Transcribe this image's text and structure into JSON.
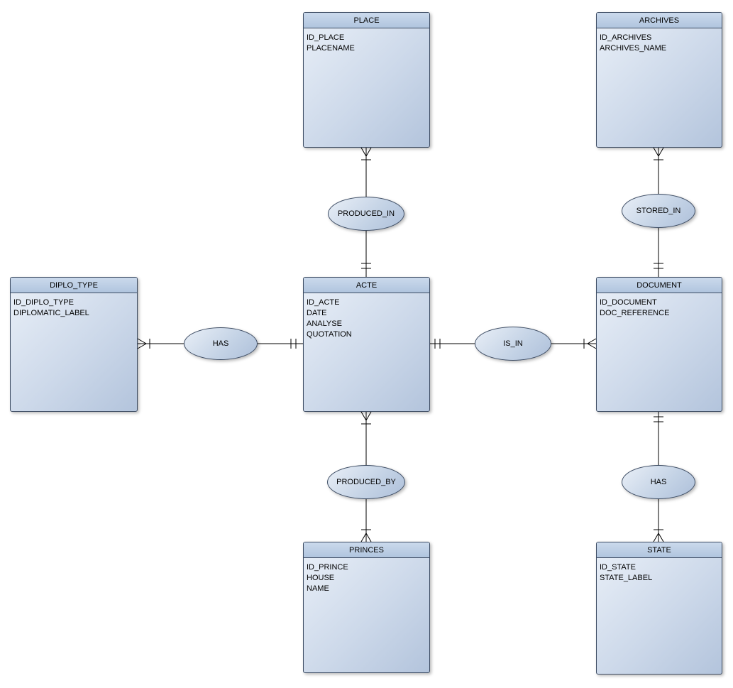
{
  "diagram": {
    "type": "entity-relationship-diagram",
    "colors": {
      "background": "#ffffff",
      "node_fill_light": "#eaf0f8",
      "node_fill_dark": "#b3c4dc",
      "header_fill": "#b9cce3",
      "border": "#3d4c63",
      "line": "#000000"
    },
    "entities": [
      {
        "name": "PLACE",
        "attributes": [
          "ID_PLACE",
          "PLACENAME"
        ]
      },
      {
        "name": "ARCHIVES",
        "attributes": [
          "ID_ARCHIVES",
          "ARCHIVES_NAME"
        ]
      },
      {
        "name": "DIPLO_TYPE",
        "attributes": [
          "ID_DIPLO_TYPE",
          "DIPLOMATIC_LABEL"
        ]
      },
      {
        "name": "ACTE",
        "attributes": [
          "ID_ACTE",
          "DATE",
          "ANALYSE",
          "QUOTATION"
        ]
      },
      {
        "name": "DOCUMENT",
        "attributes": [
          "ID_DOCUMENT",
          "DOC_REFERENCE"
        ]
      },
      {
        "name": "PRINCES",
        "attributes": [
          "ID_PRINCE",
          "HOUSE",
          "NAME"
        ]
      },
      {
        "name": "STATE",
        "attributes": [
          "ID_STATE",
          "STATE_LABEL"
        ]
      }
    ],
    "relationships": [
      {
        "label": "PRODUCED_IN",
        "from": "PLACE",
        "to": "ACTE",
        "from_cardinality": "many (crowfoot + tick)",
        "to_cardinality": "one (double tick)"
      },
      {
        "label": "STORED_IN",
        "from": "ARCHIVES",
        "to": "DOCUMENT",
        "from_cardinality": "many (crowfoot + tick)",
        "to_cardinality": "one (double tick)"
      },
      {
        "label": "HAS",
        "from": "DIPLO_TYPE",
        "to": "ACTE",
        "from_cardinality": "many (crowfoot + tick)",
        "to_cardinality": "one (double tick)"
      },
      {
        "label": "IS_IN",
        "from": "ACTE",
        "to": "DOCUMENT",
        "from_cardinality": "one (double tick)",
        "to_cardinality": "many (crowfoot + tick)"
      },
      {
        "label": "PRODUCED_BY",
        "from": "ACTE",
        "to": "PRINCES",
        "from_cardinality": "many (crowfoot + tick)",
        "to_cardinality": "many (crowfoot + tick)"
      },
      {
        "label": "HAS",
        "from": "DOCUMENT",
        "to": "STATE",
        "from_cardinality": "one (double tick)",
        "to_cardinality": "many (crowfoot + tick)"
      }
    ]
  }
}
